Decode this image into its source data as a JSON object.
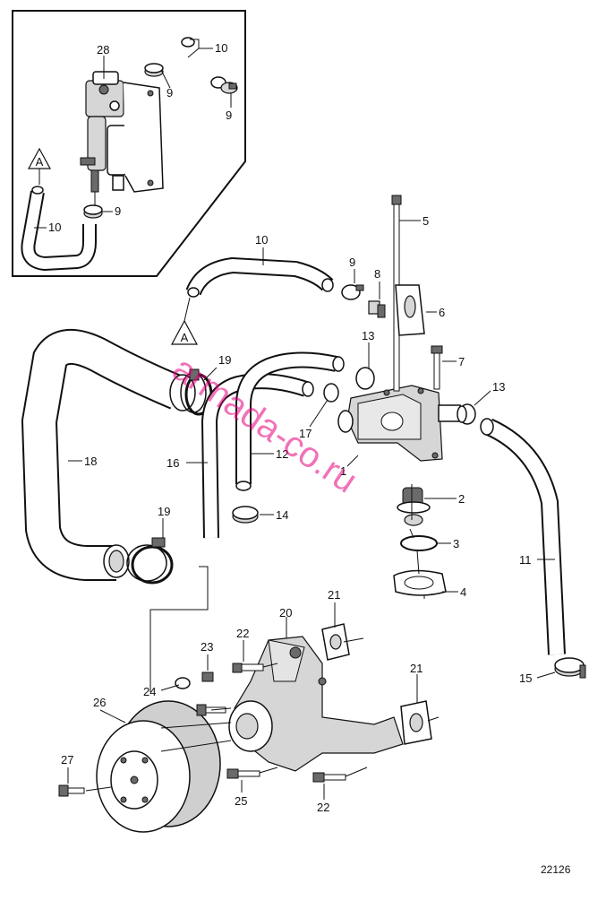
{
  "figure_number": "22126",
  "watermark": "armada-co.ru",
  "inset": {
    "callouts": [
      {
        "id": "inset-28",
        "text": "28"
      },
      {
        "id": "inset-10a",
        "text": "10"
      },
      {
        "id": "inset-9a",
        "text": "9"
      },
      {
        "id": "inset-9b",
        "text": "9"
      },
      {
        "id": "inset-9c",
        "text": "9"
      },
      {
        "id": "inset-10b",
        "text": "10"
      },
      {
        "id": "inset-A",
        "text": "A"
      }
    ]
  },
  "callouts": [
    {
      "id": "c1",
      "text": "1"
    },
    {
      "id": "c2",
      "text": "2"
    },
    {
      "id": "c3",
      "text": "3"
    },
    {
      "id": "c4",
      "text": "4"
    },
    {
      "id": "c5",
      "text": "5"
    },
    {
      "id": "c6",
      "text": "6"
    },
    {
      "id": "c7",
      "text": "7"
    },
    {
      "id": "c8",
      "text": "8"
    },
    {
      "id": "c9",
      "text": "9"
    },
    {
      "id": "c10",
      "text": "10"
    },
    {
      "id": "c11",
      "text": "11"
    },
    {
      "id": "c12",
      "text": "12"
    },
    {
      "id": "c13a",
      "text": "13"
    },
    {
      "id": "c13b",
      "text": "13"
    },
    {
      "id": "c14",
      "text": "14"
    },
    {
      "id": "c15",
      "text": "15"
    },
    {
      "id": "c16",
      "text": "16"
    },
    {
      "id": "c17",
      "text": "17"
    },
    {
      "id": "c18",
      "text": "18"
    },
    {
      "id": "c19a",
      "text": "19"
    },
    {
      "id": "c19b",
      "text": "19"
    },
    {
      "id": "c20",
      "text": "20"
    },
    {
      "id": "c21a",
      "text": "21"
    },
    {
      "id": "c21b",
      "text": "21"
    },
    {
      "id": "c22a",
      "text": "22"
    },
    {
      "id": "c22b",
      "text": "22"
    },
    {
      "id": "c23",
      "text": "23"
    },
    {
      "id": "c24",
      "text": "24"
    },
    {
      "id": "c25",
      "text": "25"
    },
    {
      "id": "c26",
      "text": "26"
    },
    {
      "id": "c27",
      "text": "27"
    },
    {
      "id": "cA",
      "text": "A"
    }
  ]
}
